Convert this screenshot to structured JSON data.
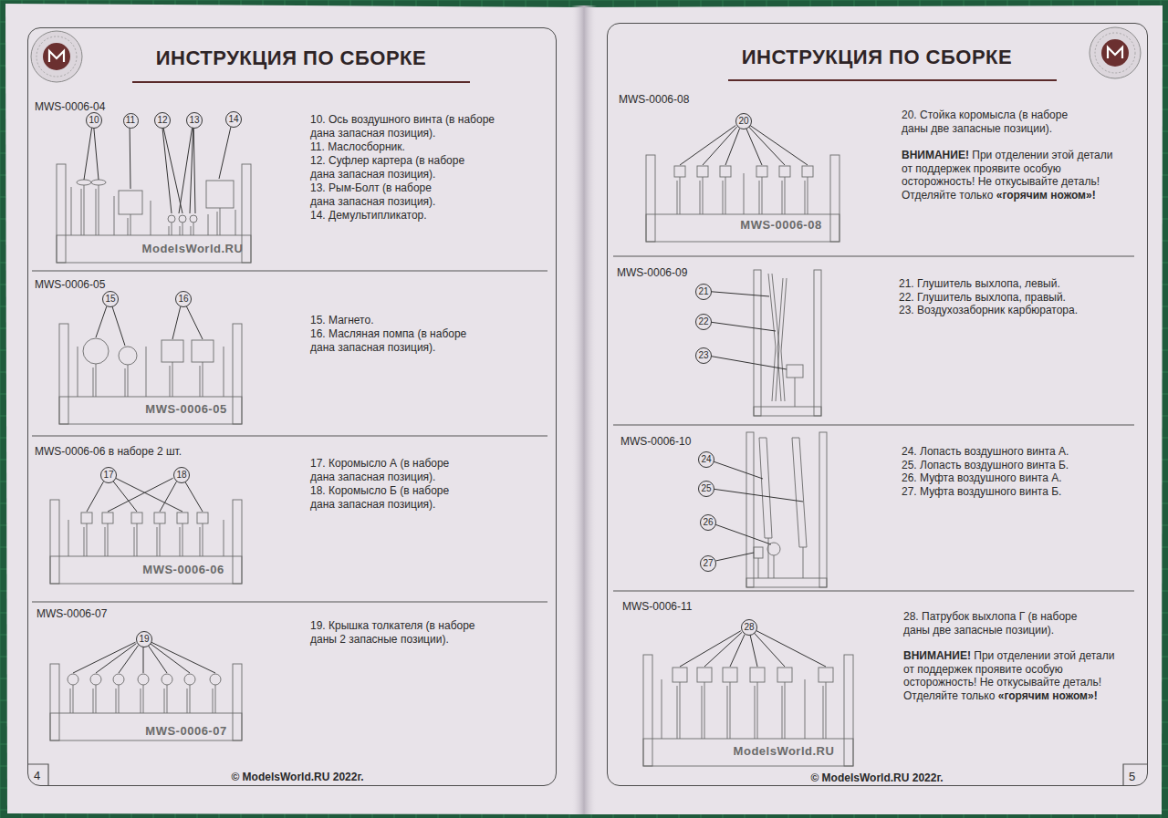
{
  "diagram": {
    "nodes": [
      {
        "text": [
          "ИНСТРУКЦИЯ ПО СБОРКЕ",
          "© ModelsWorld.RU 2022г."
        ]
      },
      {
        "text": [
          "10"
        ],
        "in": 0
      },
      {
        "text": [
          "11"
        ],
        "in": 0
      },
      {
        "text": [
          "12"
        ],
        "in": 0
      },
      {
        "text": [
          "13"
        ],
        "in": 0
      },
      {
        "text": [
          "14"
        ],
        "in": 0
      },
      {
        "text": [
          "15"
        ],
        "in": 0
      },
      {
        "text": [
          "16"
        ],
        "in": 0
      },
      {
        "text": [
          "17"
        ],
        "in": 0
      },
      {
        "text": [
          "18"
        ],
        "in": 0
      },
      {
        "text": [
          "19"
        ],
        "in": 0
      },
      {
        "text": [
          "ИНСТРУКЦИЯ ПО СБОРКЕ",
          "© ModelsWorld.RU 2022г."
        ]
      },
      {
        "text": [
          "20"
        ],
        "in": 11
      },
      {
        "text": [
          "21"
        ],
        "in": 11
      },
      {
        "text": [
          "22"
        ],
        "in": 11
      },
      {
        "text": [
          "23"
        ],
        "in": 11
      },
      {
        "text": [
          "24"
        ],
        "in": 11
      },
      {
        "text": [
          "25"
        ],
        "in": 11
      },
      {
        "text": [
          "26"
        ],
        "in": 11
      },
      {
        "text": [
          "27"
        ],
        "in": 11
      },
      {
        "text": [
          "28"
        ],
        "in": 11
      }
    ],
    "labels": [
      "MWS-0006-04",
      "ModelsWorld.RU",
      "10. Ось воздушного винта (в наборе дана запасная позиция).",
      "11. Маслосборник.",
      "12. Суфлер картера (в наборе дана запасная позиция).",
      "13. Рым-Болт (в наборе дана запасная позиция).",
      "14. Демультипликатор.",
      "MWS-0006-05",
      "MWS-0006-05",
      "15. Магнето.",
      "16. Масляная помпа (в наборе дана запасная позиция).",
      "MWS-0006-06 в наборе 2 шт.",
      "MWS-0006-06",
      "17. Коромысло А (в наборе дана запасная позиция).",
      "18. Коромысло Б (в наборе дана запасная позиция).",
      "MWS-0006-07",
      "MWS-0006-07",
      "19. Крышка толкателя (в наборе даны 2 запасные позиции).",
      "4",
      "MWS-0006-08",
      "MWS-0006-08",
      "20. Стойка коромысла (в наборе даны две запасные позиции).",
      "ВНИМАНИЕ!",
      "При отделении этой детали от поддержек проявите особую осторожность! Не откусывайте деталь! Отделяйте только",
      "«горячим ножом»!",
      "MWS-0006-09",
      "21. Глушитель выхлопа, левый.",
      "22. Глушитель выхлопа, правый.",
      "23. Воздухозаборник карбюратора.",
      "MWS-0006-10",
      "24. Лопасть воздушного винта А.",
      "25. Лопасть воздушного винта Б.",
      "26. Муфта воздушного винта А.",
      "27. Муфта воздушного винта Б.",
      "MWS-0006-11",
      "ModelsWorld.RU",
      "28. Патрубок выхлопа Г (в наборе даны две запасные позиции).",
      "ВНИМАНИЕ!",
      "При отделении этой детали от поддержек проявите особую осторожность! Не откусывайте деталь! Отделяйте только",
      "«горячим ножом»!",
      "5"
    ]
  }
}
